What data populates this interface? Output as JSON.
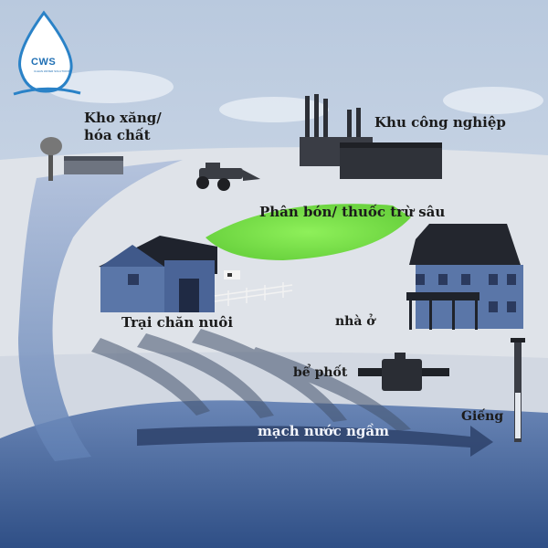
{
  "logo": {
    "text": "CWS",
    "tagline": "CLEAN WATER SOLUTIONS",
    "color": "#1f6fb4"
  },
  "labels": {
    "fuel_storage": "Kho xăng/\nhóa chất",
    "industrial_zone": "Khu công nghiệp",
    "fertilizer": "Phân bón/ thuốc trừ sâu",
    "livestock_farm": "Trại chăn nuôi",
    "house": "nhà ở",
    "septic_tank": "bể phốt",
    "well": "Giếng",
    "groundwater": "mạch nước ngầm"
  },
  "colors": {
    "sky": "#c9d6e6",
    "ground": "#dfe3e8",
    "groundwater": "#4d6fa3",
    "fertilizer_field": "#7be04b",
    "building_roof": "#2c2f3a",
    "building_wall": "#5773a6"
  }
}
